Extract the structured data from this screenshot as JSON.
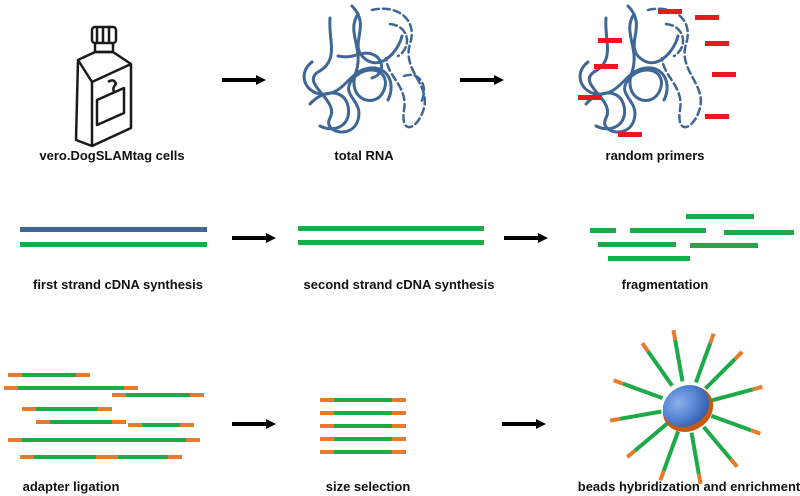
{
  "steps": {
    "cells": "vero.DogSLAMtag cells",
    "total_rna": "total RNA",
    "random_primers": "random primers",
    "first_strand": "first strand cDNA synthesis",
    "second_strand": "second strand cDNA synthesis",
    "fragmentation": "fragmentation",
    "adapter_ligation": "adapter ligation",
    "size_selection": "size selection",
    "beads": "beads hybridization and enrichment"
  },
  "colors": {
    "rna": "#3f6796",
    "cdna": "#1faa4a",
    "primer": "#e8191e",
    "adapter": "#e87b2b",
    "bead": "#4f7fd0",
    "arrow": "#000000",
    "text": "#111111"
  },
  "icons": {
    "flask": "culture-flask-icon",
    "arrow": "right-arrow-icon",
    "bead": "bead-icon"
  }
}
